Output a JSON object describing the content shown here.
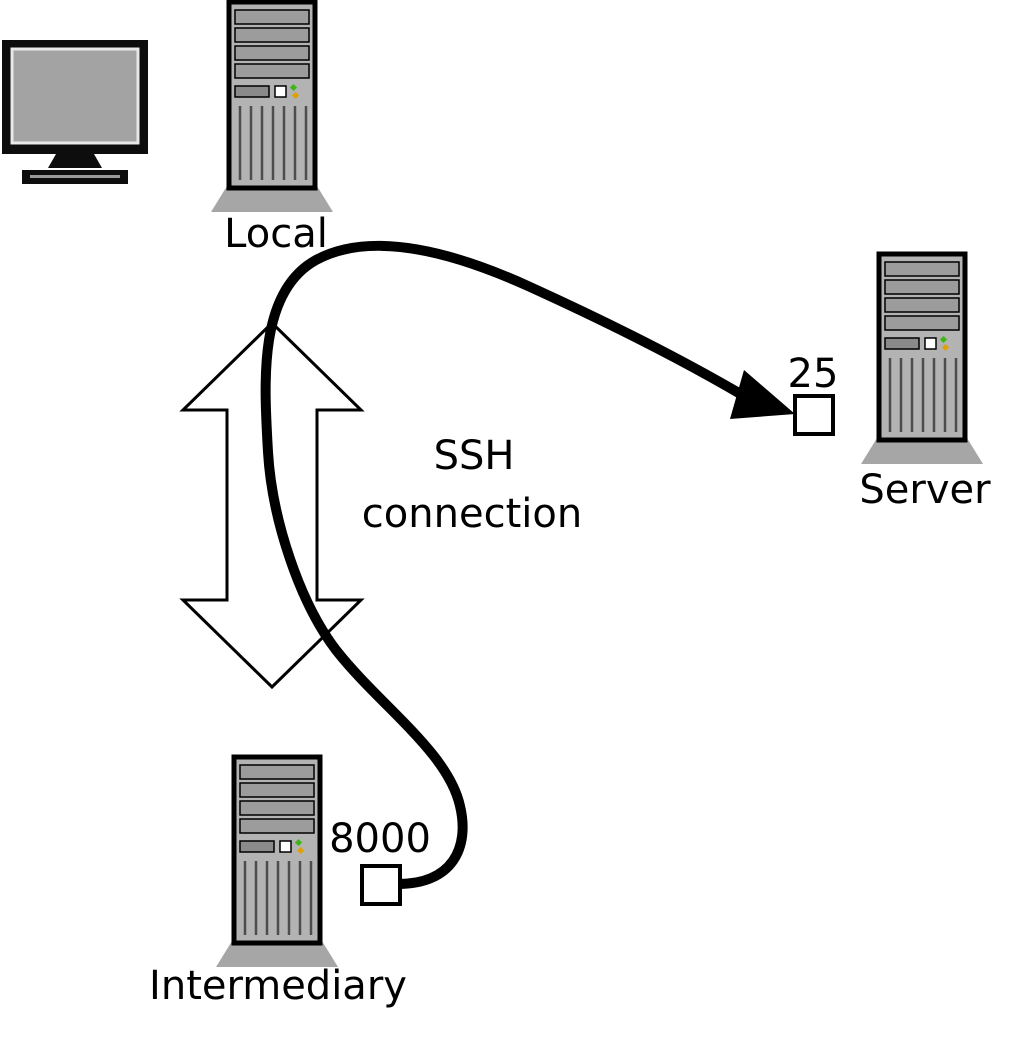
{
  "diagram": {
    "nodes": [
      {
        "id": "local",
        "label": "Local",
        "icon": "computer-tower-icon"
      },
      {
        "id": "server",
        "label": "Server",
        "port": "25",
        "icon": "computer-tower-icon"
      },
      {
        "id": "intermediary",
        "label": "Intermediary",
        "port": "8000",
        "icon": "computer-tower-icon"
      }
    ],
    "connection_label": {
      "line1": "SSH",
      "line2": "connection"
    },
    "monitor_icon": "monitor-icon",
    "colors": {
      "background": "#ffffff",
      "line": "#000000",
      "tower_body": "#b3b3b3",
      "tower_bay": "#9c9c9c",
      "tower_shadow": "#a6a6a6",
      "led_green": "#3db515",
      "led_amber": "#e0a000"
    }
  }
}
